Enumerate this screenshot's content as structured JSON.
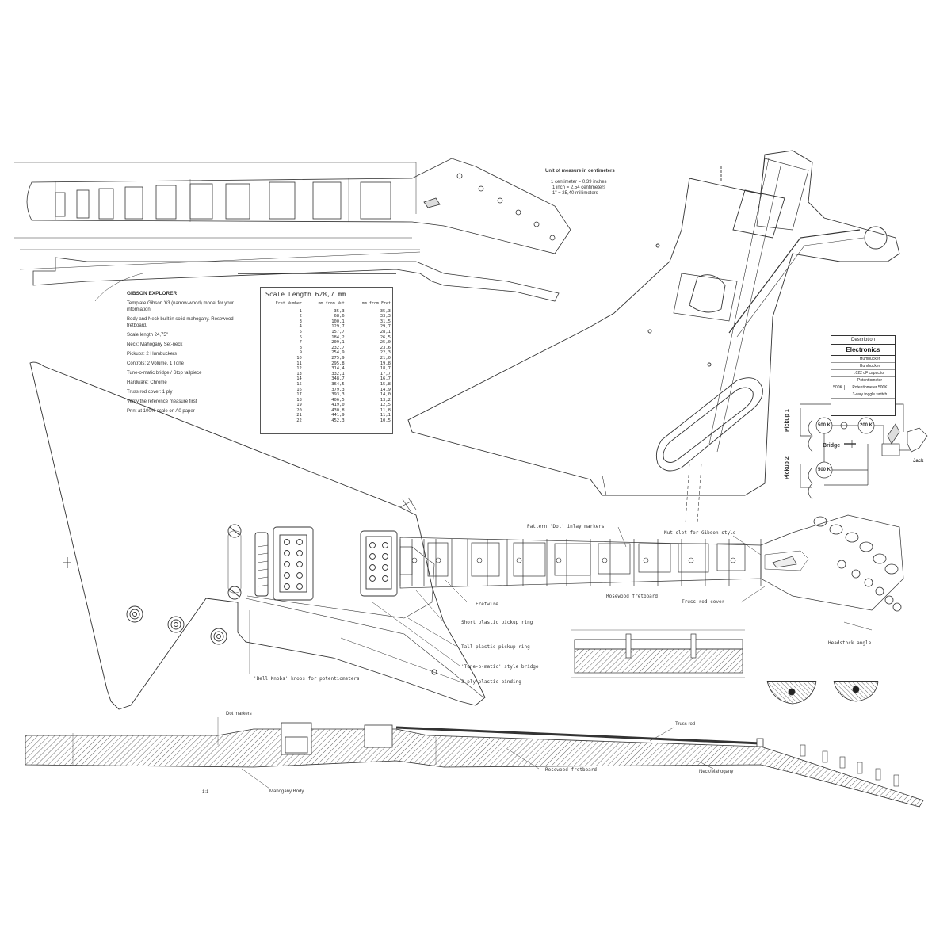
{
  "units": {
    "title": "Unit of measure in centimeters",
    "lines": [
      "1 centimeter = 0,39 inches",
      "1 inch = 2,54 centimeters",
      "1\" = 25,40 millimeters"
    ]
  },
  "spec": {
    "title": "GIBSON EXPLORER",
    "lines": [
      "Template Gibson '63 (narrow-wood) model for your information.",
      "Body and Neck built in solid mahogany. Rosewood fretboard.",
      "Scale length 24,75\"",
      "Neck: Mahogany Set-neck",
      "Pickups: 2 Humbuckers",
      "Controls: 2 Volume, 1 Tone",
      "Tune-o-matic bridge / Stop tailpiece",
      "Hardware: Chrome",
      "Truss rod cover: 1 ply",
      "Verify the reference measure first",
      "Print at 100% scale on A0 paper"
    ]
  },
  "fret_table": {
    "caption": "Scale Length  628,7 mm",
    "headers": [
      "Fret Number",
      "mm from Nut",
      "mm from Fret"
    ],
    "rows": [
      [
        "1",
        "35,3",
        "35,3"
      ],
      [
        "2",
        "68,6",
        "33,3"
      ],
      [
        "3",
        "100,1",
        "31,5"
      ],
      [
        "4",
        "129,7",
        "29,7"
      ],
      [
        "5",
        "157,7",
        "28,1"
      ],
      [
        "6",
        "184,2",
        "26,5"
      ],
      [
        "7",
        "209,1",
        "25,0"
      ],
      [
        "8",
        "232,7",
        "23,6"
      ],
      [
        "9",
        "254,9",
        "22,3"
      ],
      [
        "10",
        "275,9",
        "21,0"
      ],
      [
        "11",
        "295,8",
        "19,8"
      ],
      [
        "12",
        "314,4",
        "18,7"
      ],
      [
        "13",
        "332,1",
        "17,7"
      ],
      [
        "14",
        "348,7",
        "16,7"
      ],
      [
        "15",
        "364,5",
        "15,8"
      ],
      [
        "16",
        "379,3",
        "14,9"
      ],
      [
        "17",
        "393,3",
        "14,0"
      ],
      [
        "18",
        "406,5",
        "13,2"
      ],
      [
        "19",
        "419,0",
        "12,5"
      ],
      [
        "20",
        "430,8",
        "11,8"
      ],
      [
        "21",
        "441,9",
        "11,1"
      ],
      [
        "22",
        "452,3",
        "10,5"
      ]
    ]
  },
  "electronics": {
    "header": "Description",
    "title": "Electronics",
    "rows": [
      [
        "",
        "Humbucker"
      ],
      [
        "",
        "Humbucker"
      ],
      [
        "",
        ".022 uF capacitor"
      ],
      [
        "",
        "Potentiometer"
      ],
      [
        "500K",
        "Potentiometer 500K"
      ],
      [
        "",
        "3-way toggle switch"
      ]
    ]
  },
  "schematic": {
    "pickup1": "Pickup 1",
    "pickup2": "Pickup 2",
    "pot1": "500 K",
    "pot2": "200 K",
    "pot3": "500 K",
    "bridge": "Bridge",
    "jack": "Jack"
  },
  "labels": {
    "position_markers": "Pattern 'Dot' inlay markers",
    "fret_wire": "Fretwire",
    "nut_slot": "Nut slot for Gibson style",
    "truss_cover": "Truss rod cover",
    "short_ring": "Short plastic pickup ring",
    "tall_ring": "Tall plastic pickup ring",
    "tom_bridge": "'Tune-o-matic' style bridge",
    "binding": "3-ply plastic binding",
    "knob": "'Bell Knobs' knobs for potentiometers",
    "headstock_note": "Headstock angle",
    "dot_markers": "Dot markers",
    "neck_label": "Neck/Mahogany",
    "body_label": "Mahogany Body",
    "truss_rod": "Truss rod",
    "fretboard": "Rosewood fretboard",
    "scale": "1:1"
  },
  "colors": {
    "line": "#333333",
    "hatch": "#555555",
    "paper": "#ffffff"
  }
}
